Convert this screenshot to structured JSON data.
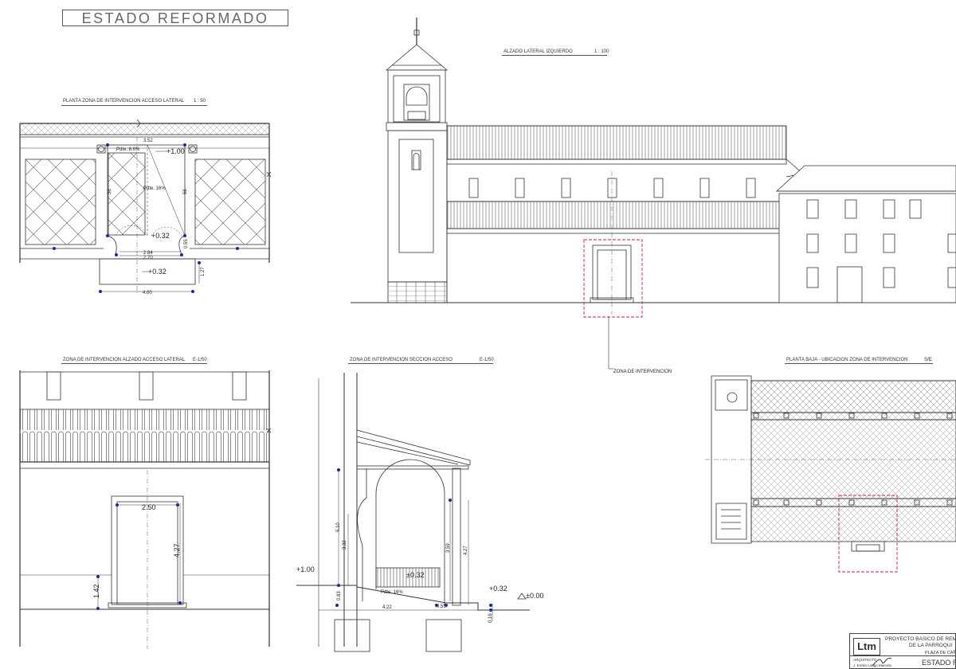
{
  "sheet_title": "ESTADO REFORMADO",
  "views": {
    "plan_access": {
      "title": "PLANTA ZONA DE INTERVENCION    ACCESO LATERAL",
      "scale": "1 : 50"
    },
    "left_elevation": {
      "title": "ALZADO LATERAL IZQUIERDO",
      "scale": "1 : 100"
    },
    "side_elevation": {
      "title": "ZONA DE INTERVENCION    ALZADO ACCESO LATERAL",
      "scale": "E-1/50"
    },
    "section": {
      "title": "ZONA DE INTERVENCION    SECCION ACCESO",
      "scale": "E-1/50"
    },
    "ground_floor": {
      "title": "PLANTA BAJA - UBICACION ZONA DE INTERVENCION",
      "scale": "S/E"
    }
  },
  "annotations": {
    "intervention_zone": "ZONA DE INTERVENCION",
    "plan": {
      "d_352": "3.52",
      "slope_top": "Pdte. 8.6%",
      "level_100": "+1.00",
      "slope_mid": "Pdte. 16%",
      "d_56": "56",
      "level_032_a": "+0.32",
      "d_284": "2.84",
      "d_270": "2.70",
      "d_055": "0.55",
      "level_032_b": "+0.32",
      "d_127": "1.27",
      "d_400": "4.00"
    },
    "side": {
      "d_250": "2.50",
      "d_427": "4.27",
      "d_142": "1.42"
    },
    "section": {
      "d_510": "5.10",
      "d_332": "3.32",
      "d_359": "3.59",
      "d_427": "4.27",
      "level_032_top": "±0.32",
      "level_100": "+1.00",
      "d_083": "0.83",
      "slope": "Pdte. 16%",
      "d_422": "4.22",
      "d_055": "0.55",
      "level_032": "+0.32",
      "level_000": "±0.00",
      "d_016": "0.16"
    }
  },
  "title_block": {
    "project_line1": "PROYECTO BASICO DE REMO",
    "project_line2": "DE LA PARROQUI",
    "project_line3": "PLAZA DE CAÑ",
    "sheet_name": "ESTADO REF",
    "architect_label": "ARQUITECTO",
    "author": "J. Emilio Longo Marcelo",
    "logo_text": "Ltm"
  },
  "colors": {
    "line": "#333333",
    "dim_point": "#1a2a9a",
    "zone_dash": "#cc2233"
  }
}
